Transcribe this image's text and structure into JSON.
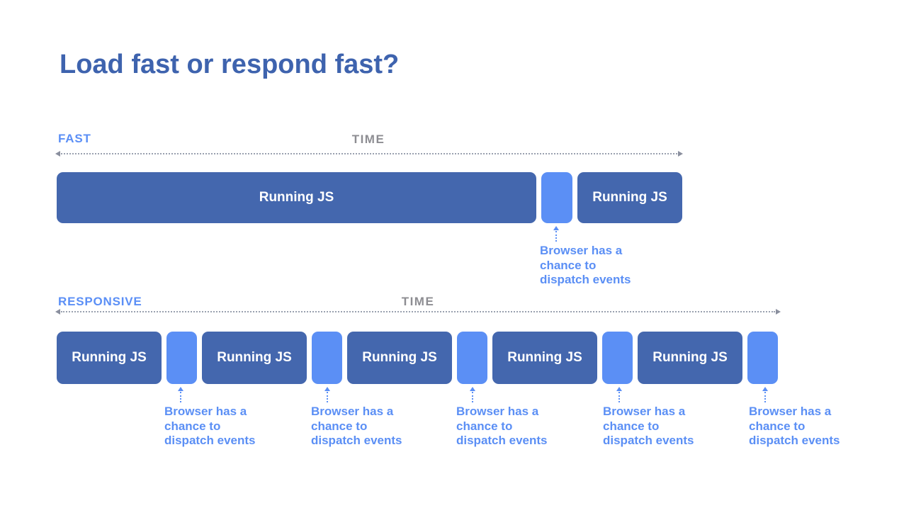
{
  "title": "Load fast or respond fast?",
  "colors": {
    "background": "#ffffff",
    "title_blue": "#3e63ae",
    "bar_blue": "#4467ae",
    "accent_blue": "#5b8ff5",
    "time_gray": "#8d8d92",
    "timeline_dot_gray": "#9aa1af",
    "bar_text": "#ffffff"
  },
  "fast_section": {
    "label": "FAST",
    "time_label": "TIME",
    "bars": [
      "Running JS",
      "Running JS"
    ],
    "annotation_lines": [
      "Browser has a",
      "chance to",
      "dispatch events"
    ]
  },
  "responsive_section": {
    "label": "RESPONSIVE",
    "time_label": "TIME",
    "bars": [
      "Running JS",
      "Running JS",
      "Running JS",
      "Running JS",
      "Running JS"
    ],
    "annotation_lines": [
      "Browser has a",
      "chance to",
      "dispatch events"
    ]
  }
}
